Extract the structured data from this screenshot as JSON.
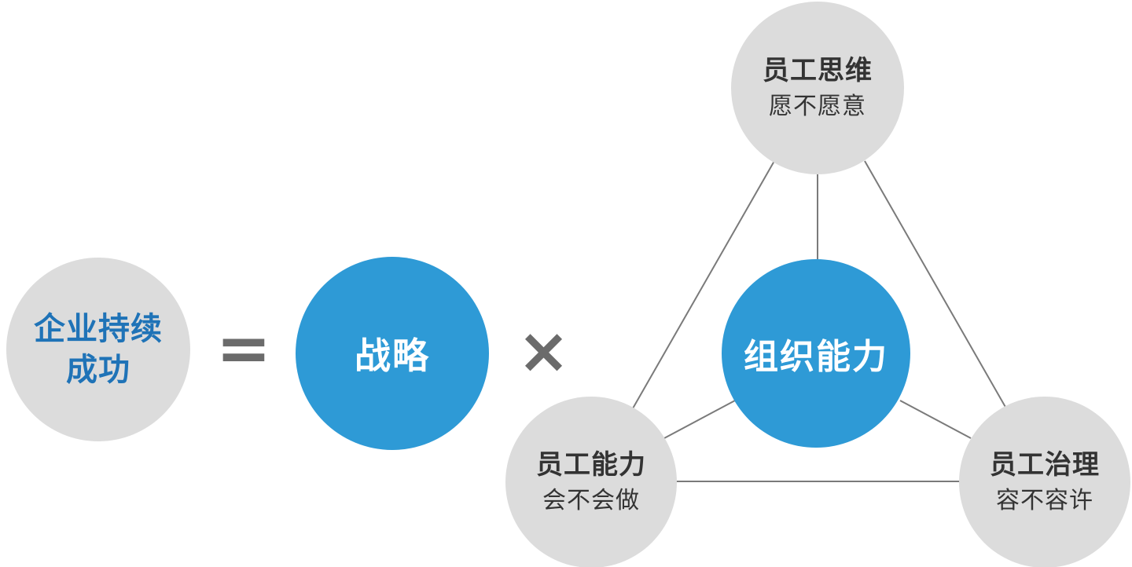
{
  "formula": {
    "left": {
      "line1": "企业持续",
      "line2": "成功"
    },
    "equals_symbol": "=",
    "strategy": "战略",
    "times_symbol": "×"
  },
  "organization": {
    "center": "组织能力",
    "nodes": {
      "top": {
        "title": "员工思维",
        "subtitle": "愿不愿意"
      },
      "bottom_left": {
        "title": "员工能力",
        "subtitle": "会不会做"
      },
      "bottom_right": {
        "title": "员工治理",
        "subtitle": "容不容许"
      }
    }
  },
  "colors": {
    "gray_circle": "#dcdcdc",
    "blue_circle": "#2e9ad6",
    "blue_text": "#1f73b7",
    "dark_text": "#333333",
    "operator": "#6b6b6b",
    "line": "#7a7a7a"
  }
}
